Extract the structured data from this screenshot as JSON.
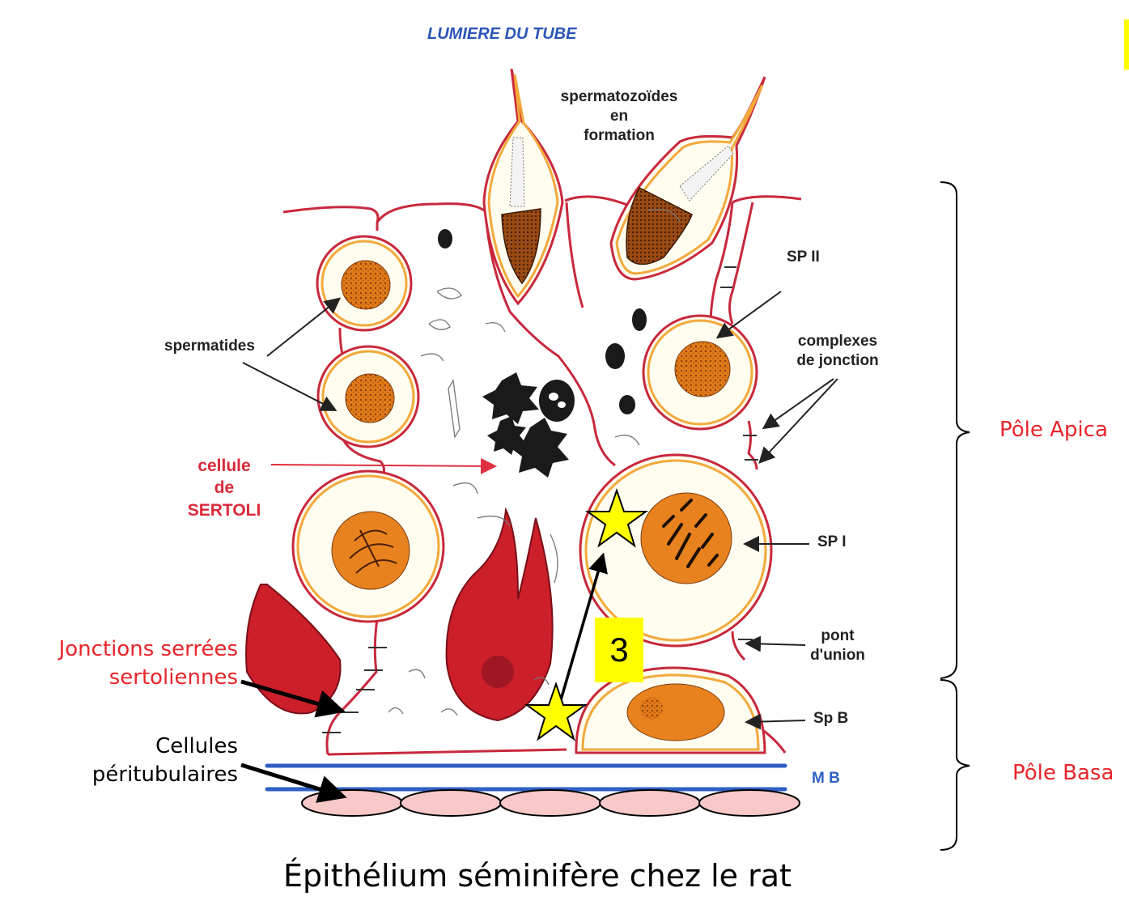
{
  "diagram": {
    "lumen_label": "LUMIERE DU TUBE",
    "spermatozoa_label": [
      "spermatozoïdes",
      "en",
      "formation"
    ],
    "spermatids_label": "spermatides",
    "sertoli_label": [
      "cellule",
      "de",
      "SERTOLI"
    ],
    "sp2_label": "SP II",
    "junction_complex_label": [
      "complexes",
      "de jonction"
    ],
    "sp1_label": "SP I",
    "bridge_label": [
      "pont",
      "d'union"
    ],
    "spb_label": "Sp B",
    "mb_label": "M B",
    "tight_junction_label": [
      "Jonctions serrées",
      "sertoliennes"
    ],
    "peritubular_label": [
      "Cellules",
      "péritubulaires"
    ],
    "apical_pole_label": "Pôle Apica",
    "basal_pole_label": "Pôle Basa",
    "step_number": "3",
    "title": "Épithélium séminifère chez le rat"
  },
  "colors": {
    "cell_membrane": "#c8283c",
    "cell_fill": "#fffdf0",
    "cell_rim": "#f2a93b",
    "nucleus": "#e8821e",
    "sertoli_nucleus": "#cc1f2a",
    "basement_membrane": "#2d5fc4",
    "peritubular_cell": "#f9c8c8",
    "highlight": "#ffff00"
  }
}
